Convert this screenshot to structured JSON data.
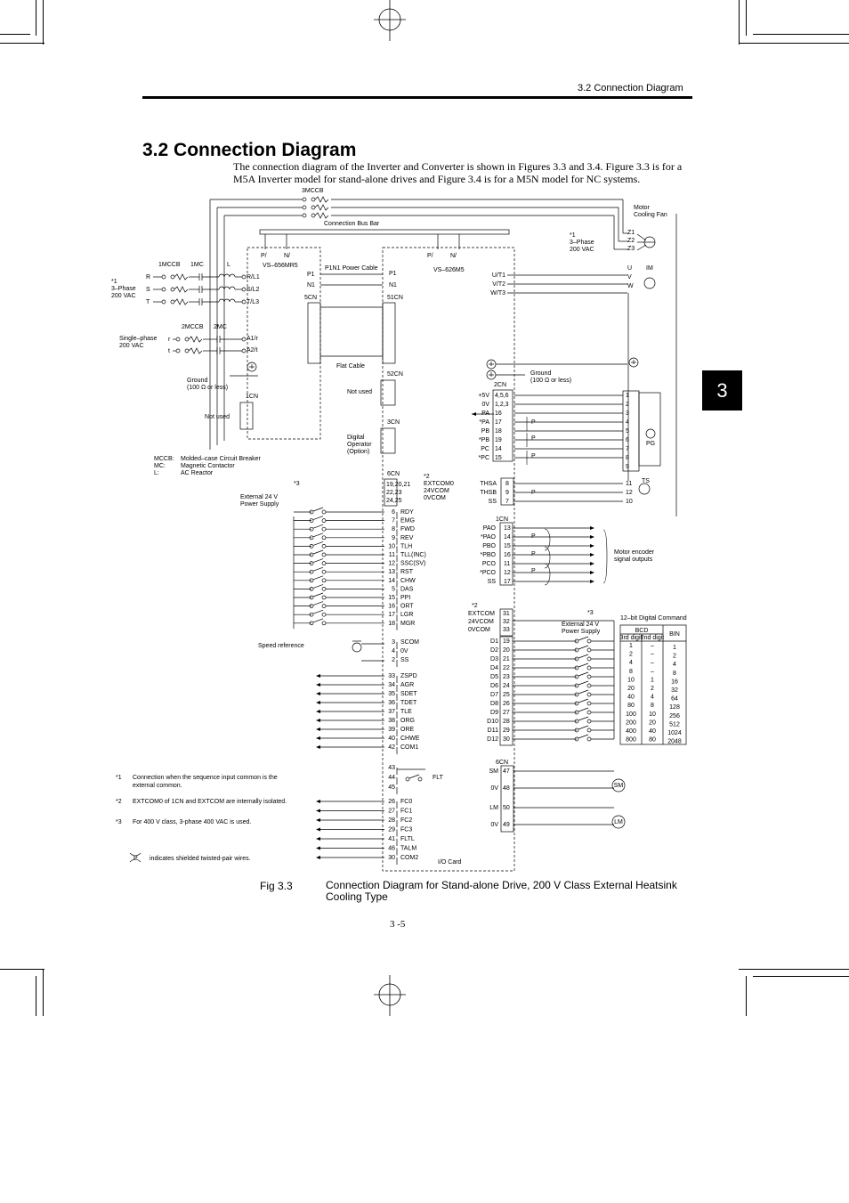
{
  "header": {
    "running_head": "3.2  Connection Diagram"
  },
  "section": {
    "title": "3.2  Connection Diagram",
    "intro": "The connection diagram of the Inverter and Converter is shown in Figures 3.3 and 3.4. Figure 3.3 is for a M5A Inverter model for stand-alone drives and Figure 3.4 is for a M5N model for NC systems."
  },
  "chapter_tab": "3",
  "figure": {
    "label": "Fig 3.3",
    "caption": "Connection Diagram for Stand-alone Drive, 200 V Class External Heatsink Cooling Type"
  },
  "page_number": "3 -5",
  "diagram": {
    "top": {
      "mccb3": "3MCCB",
      "bus_bar": "Connection Bus Bar",
      "motor_fan": [
        "Motor",
        "Cooling Fan"
      ],
      "fan_terms": [
        "Z1",
        "Z2",
        "Z3"
      ],
      "three_phase_note": [
        "*1",
        "3–Phase",
        "200 VAC"
      ]
    },
    "converter": {
      "model": "VS–656MR5",
      "p_label": "P/",
      "n_label": "N/",
      "terms_in": [
        "R/L1",
        "S/L2",
        "T/L3"
      ],
      "p1": "P1",
      "n1": "N1",
      "cn5": "5CN",
      "aux": [
        "A1/r",
        "A2/t"
      ],
      "cn1": "1CN"
    },
    "inverter": {
      "model": "VS–626M5",
      "p_label": "P/",
      "n_label": "N/",
      "p1": "P1",
      "n1": "N1",
      "cn51": "51CN",
      "out": [
        "U/T1",
        "V/T2",
        "W/T3"
      ],
      "cn52": "52CN",
      "cn3": "3CN"
    },
    "power_in": {
      "mccb1": "1MCCB",
      "mc1": "1MC",
      "l": "L",
      "phases": [
        "R",
        "S",
        "T"
      ],
      "note": [
        "*1",
        "3–Phase",
        "200 VAC"
      ],
      "mccb2": "2MCCB",
      "mc2": "2MC",
      "single": [
        "Single–phase",
        "200 VAC"
      ],
      "single_terms": [
        "r",
        "t"
      ],
      "ground": [
        "Ground",
        "(100 Ω or less)"
      ]
    },
    "p1n1": "P1N1 Power Cable",
    "flat_cable": "Flat Cable",
    "not_used_left": "Not used",
    "not_used_52": "Not used",
    "digital_operator": [
      "Digital",
      "Operator",
      "(Option)"
    ],
    "legend": [
      [
        "MCCB:",
        "Molded–case Circuit Breaker"
      ],
      [
        "MC:",
        "Magnetic Contactor"
      ],
      [
        "L:",
        "AC Reactor"
      ]
    ],
    "ext24_left": [
      "*3",
      "External 24 V",
      "Power Supply"
    ],
    "cn6_header": "6CN",
    "cn6_note": [
      "*2",
      "EXTCOM0",
      "24VCOM",
      "0VCOM"
    ],
    "cn6_common_pins": [
      "19,20,21",
      "22,23",
      "24,25"
    ],
    "cn6_inputs": [
      [
        "6",
        "RDY"
      ],
      [
        "7",
        "EMG"
      ],
      [
        "8",
        "FWD"
      ],
      [
        "9",
        "REV"
      ],
      [
        "10",
        "TLH"
      ],
      [
        "11",
        "TLL(INC)"
      ],
      [
        "12",
        "SSC(SV)"
      ],
      [
        "13",
        "RST"
      ],
      [
        "14",
        "CHW"
      ],
      [
        "5",
        "DAS"
      ],
      [
        "15",
        "PPI"
      ],
      [
        "16",
        "ORT"
      ],
      [
        "17",
        "LGR"
      ],
      [
        "18",
        "MGR"
      ]
    ],
    "speed_ref": "Speed reference",
    "speed_pins": [
      [
        "3",
        "SCOM"
      ],
      [
        "4",
        "0V"
      ],
      [
        "2",
        "SS"
      ]
    ],
    "cn6_outputs": [
      [
        "33",
        "ZSPD"
      ],
      [
        "34",
        "AGR"
      ],
      [
        "35",
        "SDET"
      ],
      [
        "36",
        "TDET"
      ],
      [
        "37",
        "TLE"
      ],
      [
        "38",
        "ORG"
      ],
      [
        "39",
        "ORE"
      ],
      [
        "40",
        "CHWE"
      ],
      [
        "42",
        "COM1"
      ]
    ],
    "flt_pins": [
      [
        "43",
        ""
      ],
      [
        "44",
        ""
      ],
      [
        "45",
        ""
      ]
    ],
    "flt": "FLT",
    "fc_pins": [
      [
        "26",
        "FC0"
      ],
      [
        "27",
        "FC1"
      ],
      [
        "28",
        "FC2"
      ],
      [
        "29",
        "FC3"
      ],
      [
        "41",
        "FLTL"
      ],
      [
        "46",
        "TALM"
      ],
      [
        "30",
        "COM2"
      ]
    ],
    "io_card": "I/O Card",
    "notes": [
      [
        "*1",
        "Connection when the sequence input common is the external common."
      ],
      [
        "*2",
        "EXTCOM0 of 1CN and EXTCOM are internally isolated."
      ],
      [
        "*3",
        "For 400 V class, 3-phase 400 VAC is used."
      ]
    ],
    "shield_note": "indicates shielded twisted-pair wires.",
    "shield_p": "P",
    "cn2_header": "2CN",
    "ground_right": [
      "Ground",
      "(100 Ω or less)"
    ],
    "cn2_rows": [
      [
        "+5V",
        "4,5,6",
        "1"
      ],
      [
        "0V",
        "1,2,3",
        "2"
      ],
      [
        "PA",
        "16",
        "3"
      ],
      [
        "*PA",
        "17",
        "4"
      ],
      [
        "PB",
        "18",
        "5"
      ],
      [
        "*PB",
        "19",
        "6"
      ],
      [
        "PC",
        "14",
        "7"
      ],
      [
        "*PC",
        "15",
        "8"
      ],
      [
        "",
        "",
        "9"
      ]
    ],
    "pg": "PG",
    "ts": "TS",
    "thermo_rows": [
      [
        "THSA",
        "8",
        "11"
      ],
      [
        "THSB",
        "9",
        "12"
      ],
      [
        "SS",
        "7",
        "10"
      ]
    ],
    "motor_terms": [
      "U",
      "V",
      "W"
    ],
    "im": "IM",
    "cn1_header": "1CN",
    "cn1_rows": [
      [
        "PAO",
        "13"
      ],
      [
        "*PAO",
        "14"
      ],
      [
        "PBO",
        "15"
      ],
      [
        "*PBO",
        "16"
      ],
      [
        "PCO",
        "11"
      ],
      [
        "*PCO",
        "12"
      ],
      [
        "SS",
        "17"
      ]
    ],
    "encoder_out": [
      "Motor encoder",
      "signal outputs"
    ],
    "cn1_common": [
      [
        "*2",
        ""
      ],
      [
        "EXTCOM",
        "31"
      ],
      [
        "24VCOM",
        "32"
      ],
      [
        "0VCOM",
        "33"
      ]
    ],
    "ext24_right": [
      "*3",
      "External 24 V",
      "Power Supply"
    ],
    "d_rows": [
      [
        "D1",
        "19"
      ],
      [
        "D2",
        "20"
      ],
      [
        "D3",
        "21"
      ],
      [
        "D4",
        "22"
      ],
      [
        "D5",
        "23"
      ],
      [
        "D6",
        "24"
      ],
      [
        "D7",
        "25"
      ],
      [
        "D8",
        "26"
      ],
      [
        "D9",
        "27"
      ],
      [
        "D10",
        "28"
      ],
      [
        "D11",
        "29"
      ],
      [
        "D12",
        "30"
      ]
    ],
    "cmd_title": "12–bit Digital Command",
    "cmd_headers": [
      "BCD",
      "3rd digit",
      "2nd digit",
      "BIN"
    ],
    "cmd_rows": [
      [
        "1",
        "–",
        "1"
      ],
      [
        "2",
        "–",
        "2"
      ],
      [
        "4",
        "–",
        "4"
      ],
      [
        "8",
        "–",
        "8"
      ],
      [
        "10",
        "1",
        "16"
      ],
      [
        "20",
        "2",
        "32"
      ],
      [
        "40",
        "4",
        "64"
      ],
      [
        "80",
        "8",
        "128"
      ],
      [
        "100",
        "10",
        "256"
      ],
      [
        "200",
        "20",
        "512"
      ],
      [
        "400",
        "40",
        "1024"
      ],
      [
        "800",
        "80",
        "2048"
      ]
    ],
    "cn6b_header": "6CN",
    "meters": [
      [
        "SM",
        "47",
        "SM"
      ],
      [
        "0V",
        "48",
        ""
      ],
      [
        "LM",
        "50",
        "LM"
      ],
      [
        "0V",
        "49",
        ""
      ]
    ]
  }
}
